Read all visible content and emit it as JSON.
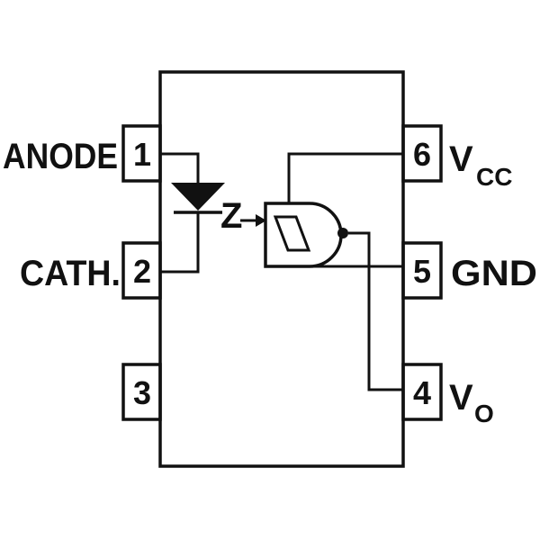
{
  "pins": [
    {
      "number": "1",
      "label": "ANODE"
    },
    {
      "number": "2",
      "label": "CATH."
    },
    {
      "number": "3",
      "label": ""
    },
    {
      "number": "4",
      "label": "V",
      "sub": "O"
    },
    {
      "number": "5",
      "label": "GND"
    },
    {
      "number": "6",
      "label": "V",
      "sub": "CC"
    }
  ],
  "emission_label": "Z",
  "colors": {
    "ink": "#111111",
    "background": "#ffffff"
  }
}
